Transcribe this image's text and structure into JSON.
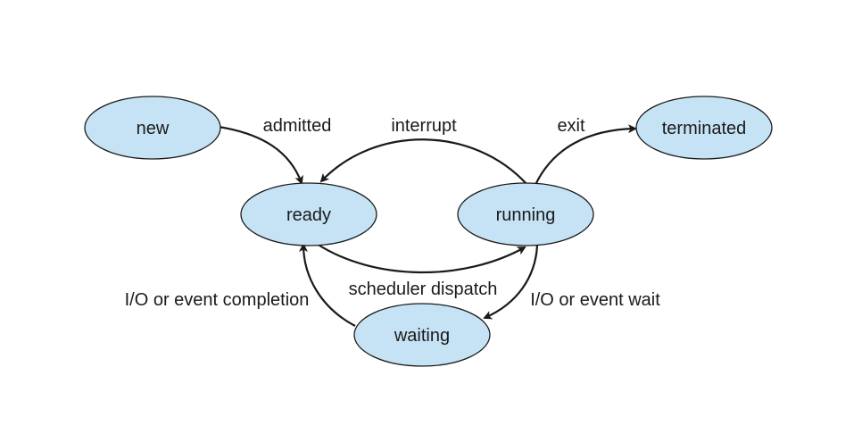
{
  "colors": {
    "state_fill": "#c6e3f5",
    "outline": "#1a1a1a",
    "background": "#ffffff"
  },
  "states": {
    "new": "new",
    "ready": "ready",
    "running": "running",
    "waiting": "waiting",
    "terminated": "terminated"
  },
  "transitions": {
    "admitted": "admitted",
    "interrupt": "interrupt",
    "exit": "exit",
    "scheduler_dispatch": "scheduler dispatch",
    "io_event_completion": "I/O or event completion",
    "io_event_wait": "I/O or event wait"
  }
}
